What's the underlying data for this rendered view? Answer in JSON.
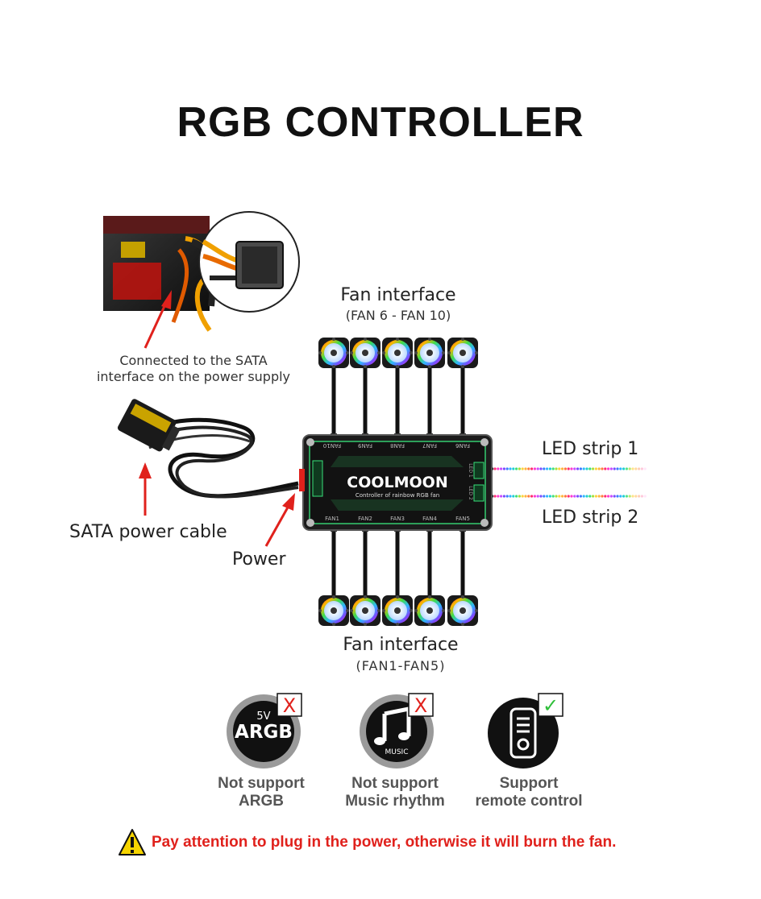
{
  "title": "RGB CONTROLLER",
  "labels": {
    "fan_top": "Fan interface",
    "fan_top_range": "(FAN 6 - FAN 10)",
    "fan_bottom": "Fan interface",
    "fan_bottom_range": "(FAN1-FAN5)",
    "psu_line1": "Connected to the SATA",
    "psu_line2": "interface on the power supply",
    "sata_cable": "SATA power cable",
    "power": "Power",
    "led_strip_1": "LED strip 1",
    "led_strip_2": "LED strip 2"
  },
  "controller": {
    "brand": "COOLMOON",
    "subtitle": "Controller of rainbow RGB fan",
    "top_ports": [
      "FAN10",
      "FAN9",
      "FAN8",
      "FAN7",
      "FAN6"
    ],
    "bottom_ports": [
      "FAN1",
      "FAN2",
      "FAN3",
      "FAN4",
      "FAN5"
    ],
    "side_ports": [
      "LED 1",
      "LED 2"
    ]
  },
  "features": [
    {
      "icon": "argb-icon",
      "icon_top": "5V",
      "icon_main": "ARGB",
      "status": "not-supported",
      "mark": "X",
      "line1": "Not support",
      "line2": "ARGB"
    },
    {
      "icon": "music-icon",
      "icon_caption": "MUSIC",
      "status": "not-supported",
      "mark": "X",
      "line1": "Not support",
      "line2": "Music rhythm"
    },
    {
      "icon": "remote-icon",
      "status": "supported",
      "mark": "✓",
      "line1": "Support",
      "line2": "remote control"
    }
  ],
  "warning": "Pay attention to plug in the power, otherwise it will burn the fan.",
  "colors": {
    "accent_red": "#e0211c",
    "check_green": "#2fbf3a",
    "warning_yellow": "#f6d400",
    "controller_body": "#1c1c1c",
    "controller_glow": "#38e07a"
  }
}
